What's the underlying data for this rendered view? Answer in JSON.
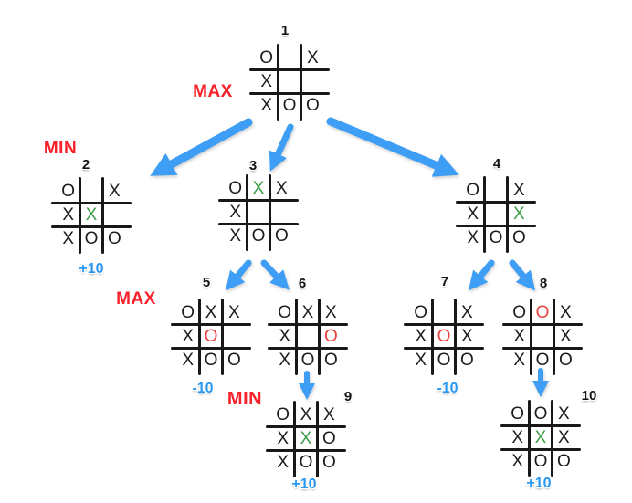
{
  "labels": {
    "max1": "MAX",
    "min1": "MIN",
    "max2": "MAX",
    "min2": "MIN"
  },
  "colors": {
    "arrow_blue": "#3E9EF5",
    "score_blue": "#2797F1",
    "label_red": "#F9212A",
    "mark_green": "#3F9E49",
    "mark_red": "#E8433E",
    "mark_black": "#1C1C1C",
    "background": "#FFFFFF"
  },
  "nodes": [
    {
      "id": "1",
      "score": "",
      "cells": [
        [
          "O",
          "",
          "X"
        ],
        [
          "X",
          "",
          ""
        ],
        [
          "X",
          "O",
          "O"
        ]
      ],
      "cell_colors": [
        [
          "k",
          "",
          "k"
        ],
        [
          "k",
          "",
          ""
        ],
        [
          "k",
          "k",
          "k"
        ]
      ]
    },
    {
      "id": "2",
      "score": "+10",
      "cells": [
        [
          "O",
          "",
          "X"
        ],
        [
          "X",
          "X",
          ""
        ],
        [
          "X",
          "O",
          "O"
        ]
      ],
      "cell_colors": [
        [
          "k",
          "",
          "k"
        ],
        [
          "k",
          "g",
          ""
        ],
        [
          "k",
          "k",
          "k"
        ]
      ]
    },
    {
      "id": "3",
      "score": "",
      "cells": [
        [
          "O",
          "X",
          "X"
        ],
        [
          "X",
          "",
          ""
        ],
        [
          "X",
          "O",
          "O"
        ]
      ],
      "cell_colors": [
        [
          "k",
          "g",
          "k"
        ],
        [
          "k",
          "",
          ""
        ],
        [
          "k",
          "k",
          "k"
        ]
      ]
    },
    {
      "id": "4",
      "score": "",
      "cells": [
        [
          "O",
          "",
          "X"
        ],
        [
          "X",
          "",
          "X"
        ],
        [
          "X",
          "O",
          "O"
        ]
      ],
      "cell_colors": [
        [
          "k",
          "",
          "k"
        ],
        [
          "k",
          "",
          "g"
        ],
        [
          "k",
          "k",
          "k"
        ]
      ]
    },
    {
      "id": "5",
      "score": "-10",
      "cells": [
        [
          "O",
          "X",
          "X"
        ],
        [
          "X",
          "O",
          ""
        ],
        [
          "X",
          "O",
          "O"
        ]
      ],
      "cell_colors": [
        [
          "k",
          "k",
          "k"
        ],
        [
          "k",
          "r",
          ""
        ],
        [
          "k",
          "k",
          "k"
        ]
      ]
    },
    {
      "id": "6",
      "score": "",
      "cells": [
        [
          "O",
          "X",
          "X"
        ],
        [
          "X",
          "",
          "O"
        ],
        [
          "X",
          "O",
          "O"
        ]
      ],
      "cell_colors": [
        [
          "k",
          "k",
          "k"
        ],
        [
          "k",
          "",
          "r"
        ],
        [
          "k",
          "k",
          "k"
        ]
      ]
    },
    {
      "id": "7",
      "score": "-10",
      "cells": [
        [
          "O",
          "",
          "X"
        ],
        [
          "X",
          "O",
          "X"
        ],
        [
          "X",
          "O",
          "O"
        ]
      ],
      "cell_colors": [
        [
          "k",
          "",
          "k"
        ],
        [
          "k",
          "r",
          "k"
        ],
        [
          "k",
          "k",
          "k"
        ]
      ]
    },
    {
      "id": "8",
      "score": "",
      "cells": [
        [
          "O",
          "O",
          "X"
        ],
        [
          "X",
          "",
          "X"
        ],
        [
          "X",
          "O",
          "O"
        ]
      ],
      "cell_colors": [
        [
          "k",
          "r",
          "k"
        ],
        [
          "k",
          "",
          "k"
        ],
        [
          "k",
          "k",
          "k"
        ]
      ]
    },
    {
      "id": "9",
      "score": "+10",
      "cells": [
        [
          "O",
          "X",
          "X"
        ],
        [
          "X",
          "X",
          "O"
        ],
        [
          "X",
          "O",
          "O"
        ]
      ],
      "cell_colors": [
        [
          "k",
          "k",
          "k"
        ],
        [
          "k",
          "g",
          "k"
        ],
        [
          "k",
          "k",
          "k"
        ]
      ]
    },
    {
      "id": "10",
      "score": "+10",
      "cells": [
        [
          "O",
          "O",
          "X"
        ],
        [
          "X",
          "X",
          "X"
        ],
        [
          "X",
          "O",
          "O"
        ]
      ],
      "cell_colors": [
        [
          "k",
          "k",
          "k"
        ],
        [
          "k",
          "g",
          "k"
        ],
        [
          "k",
          "k",
          "k"
        ]
      ]
    }
  ],
  "edges": [
    {
      "from": "1",
      "to": "2"
    },
    {
      "from": "1",
      "to": "3"
    },
    {
      "from": "1",
      "to": "4"
    },
    {
      "from": "3",
      "to": "5"
    },
    {
      "from": "3",
      "to": "6"
    },
    {
      "from": "4",
      "to": "7"
    },
    {
      "from": "4",
      "to": "8"
    },
    {
      "from": "6",
      "to": "9"
    },
    {
      "from": "8",
      "to": "10"
    }
  ]
}
